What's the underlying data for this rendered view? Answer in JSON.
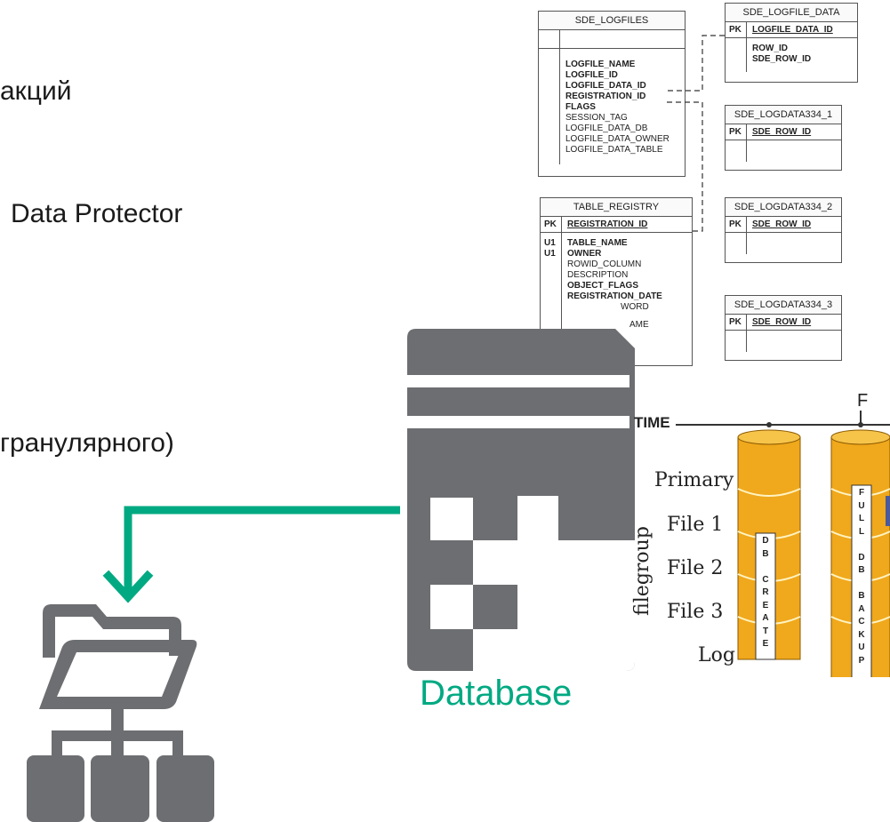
{
  "slide": {
    "line1": "акций",
    "line2": "Data Protector",
    "line3": "гранулярного)",
    "database_label": "Database"
  },
  "er": {
    "sde_logfiles": {
      "title": "SDE_LOGFILES",
      "fields": [
        {
          "name": "LOGFILE_NAME",
          "bold": true
        },
        {
          "name": "LOGFILE_ID",
          "bold": true
        },
        {
          "name": "LOGFILE_DATA_ID",
          "bold": true
        },
        {
          "name": "REGISTRATION_ID",
          "bold": true
        },
        {
          "name": "FLAGS",
          "bold": true
        },
        {
          "name": "SESSION_TAG",
          "bold": false
        },
        {
          "name": "LOGFILE_DATA_DB",
          "bold": false
        },
        {
          "name": "LOGFILE_DATA_OWNER",
          "bold": false
        },
        {
          "name": "LOGFILE_DATA_TABLE",
          "bold": false
        }
      ]
    },
    "sde_logfile_data": {
      "title": "SDE_LOGFILE_DATA",
      "pk_label": "PK",
      "pk_field": "LOGFILE_DATA_ID",
      "fields": [
        "ROW_ID",
        "SDE_ROW_ID"
      ]
    },
    "logdata_tables": [
      {
        "title": "SDE_LOGDATA334_1",
        "pk_label": "PK",
        "pk_field": "SDE_ROW_ID"
      },
      {
        "title": "SDE_LOGDATA334_2",
        "pk_label": "PK",
        "pk_field": "SDE_ROW_ID"
      },
      {
        "title": "SDE_LOGDATA334_3",
        "pk_label": "PK",
        "pk_field": "SDE_ROW_ID"
      }
    ],
    "table_registry": {
      "title": "TABLE_REGISTRY",
      "pk_label": "PK",
      "pk_field": "REGISTRATION_ID",
      "u_labels": [
        "U1",
        "U1"
      ],
      "fields": [
        {
          "name": "TABLE_NAME",
          "bold": true
        },
        {
          "name": "OWNER",
          "bold": true
        },
        {
          "name": "ROWID_COLUMN",
          "bold": false
        },
        {
          "name": "DESCRIPTION",
          "bold": false
        },
        {
          "name": "OBJECT_FLAGS",
          "bold": true
        },
        {
          "name": "REGISTRATION_DATE",
          "bold": true
        },
        {
          "name": "WORD",
          "bold": false
        },
        {
          "name": "AME",
          "bold": false
        }
      ]
    }
  },
  "filegroup": {
    "time_label": "TIME",
    "f_label": "F",
    "side_label": "filegroup",
    "rows": [
      "Primary",
      "File 1",
      "File 2",
      "File 3",
      "Log"
    ],
    "col1_letters": [
      "D",
      "B",
      "",
      "C",
      "R",
      "E",
      "A",
      "T",
      "E"
    ],
    "col2_letters": [
      "F",
      "U",
      "L",
      "L",
      "",
      "D",
      "B",
      "",
      "B",
      "A",
      "C",
      "K",
      "U",
      "P"
    ]
  },
  "colors": {
    "accent_green": "#00a982",
    "icon_gray": "#6d6e71",
    "cylinder_orange": "#f0a81c"
  },
  "icons": {
    "database": "database-document-icon",
    "network_folder": "network-folder-icon",
    "arrow": "down-arrow-icon"
  }
}
